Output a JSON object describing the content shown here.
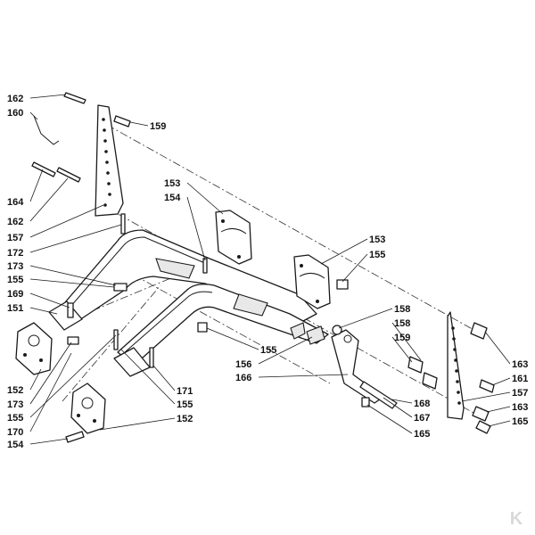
{
  "diagram": {
    "callouts": [
      "162",
      "160",
      "159",
      "164",
      "162",
      "157",
      "172",
      "153",
      "154",
      "153",
      "155",
      "173",
      "155",
      "169",
      "151",
      "158",
      "158",
      "159",
      "163",
      "161",
      "157",
      "163",
      "165",
      "155",
      "156",
      "166",
      "152",
      "173",
      "155",
      "171",
      "155",
      "168",
      "167",
      "165",
      "170",
      "152",
      "154"
    ],
    "brand_mark": "K",
    "colors": {
      "line": "#1a1a1a",
      "background": "#ffffff",
      "shade": "#e8e8e8",
      "brand": "#d9d9d9"
    }
  }
}
